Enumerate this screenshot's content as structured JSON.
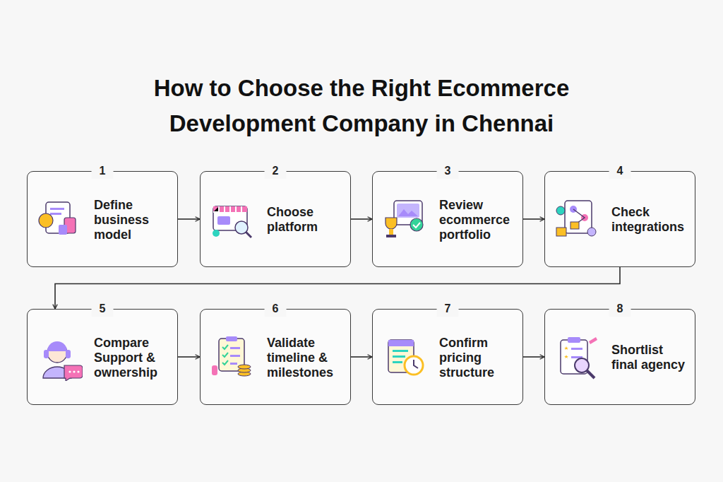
{
  "diagram": {
    "title": "How to Choose the Right Ecommerce Development Company in Chennai",
    "nodes": [
      {
        "text": [
          "1",
          "Define business model"
        ]
      },
      {
        "text": [
          "2",
          "Choose platform"
        ]
      },
      {
        "text": [
          "3",
          "Review ecommerce portfolio"
        ]
      },
      {
        "text": [
          "4",
          "Check integrations"
        ]
      },
      {
        "text": [
          "5",
          "Compare Support & ownership"
        ]
      },
      {
        "text": [
          "6",
          "Validate timeline & milestones"
        ]
      },
      {
        "text": [
          "7",
          "Confirm pricing structure"
        ]
      },
      {
        "text": [
          "8",
          "Shortlist final agency"
        ]
      }
    ],
    "edges": [
      {
        "from": 0,
        "to": 1,
        "arrow": "to"
      },
      {
        "from": 1,
        "to": 2,
        "arrow": "to"
      },
      {
        "from": 2,
        "to": 3,
        "arrow": "to"
      },
      {
        "from": 3,
        "to": 4,
        "arrow": "to"
      },
      {
        "from": 4,
        "to": 5,
        "arrow": "to"
      },
      {
        "from": 5,
        "to": 6,
        "arrow": "to"
      },
      {
        "from": 6,
        "to": 7,
        "arrow": "to"
      }
    ]
  }
}
